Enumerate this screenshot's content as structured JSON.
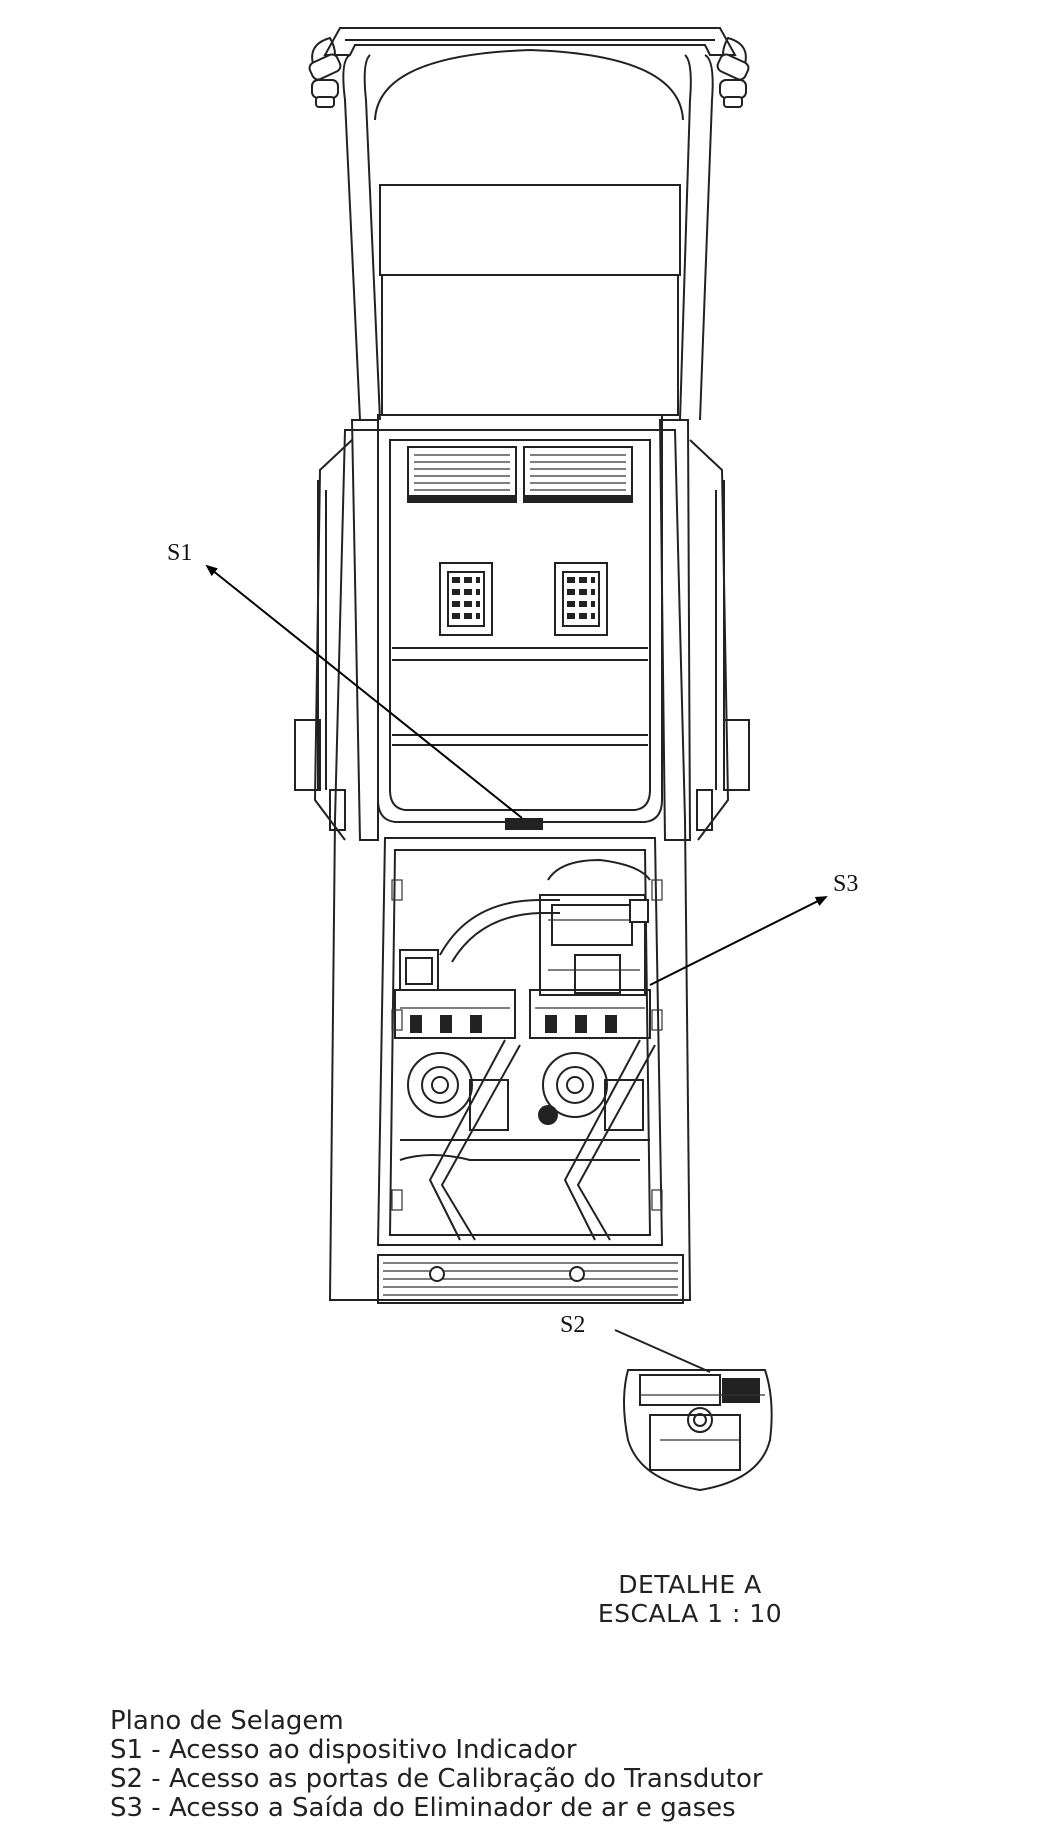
{
  "callouts": {
    "s1": "S1",
    "s2": "S2",
    "s3": "S3"
  },
  "detail": {
    "title": "DETALHE A",
    "scale": "ESCALA 1 : 10"
  },
  "legend": {
    "title": "Plano de Selagem",
    "items": [
      "S1 - Acesso ao dispositivo Indicador",
      "S2 - Acesso as portas de Calibração do Transdutor",
      "S3 - Acesso a Saída do Eliminador de ar e gases"
    ]
  }
}
